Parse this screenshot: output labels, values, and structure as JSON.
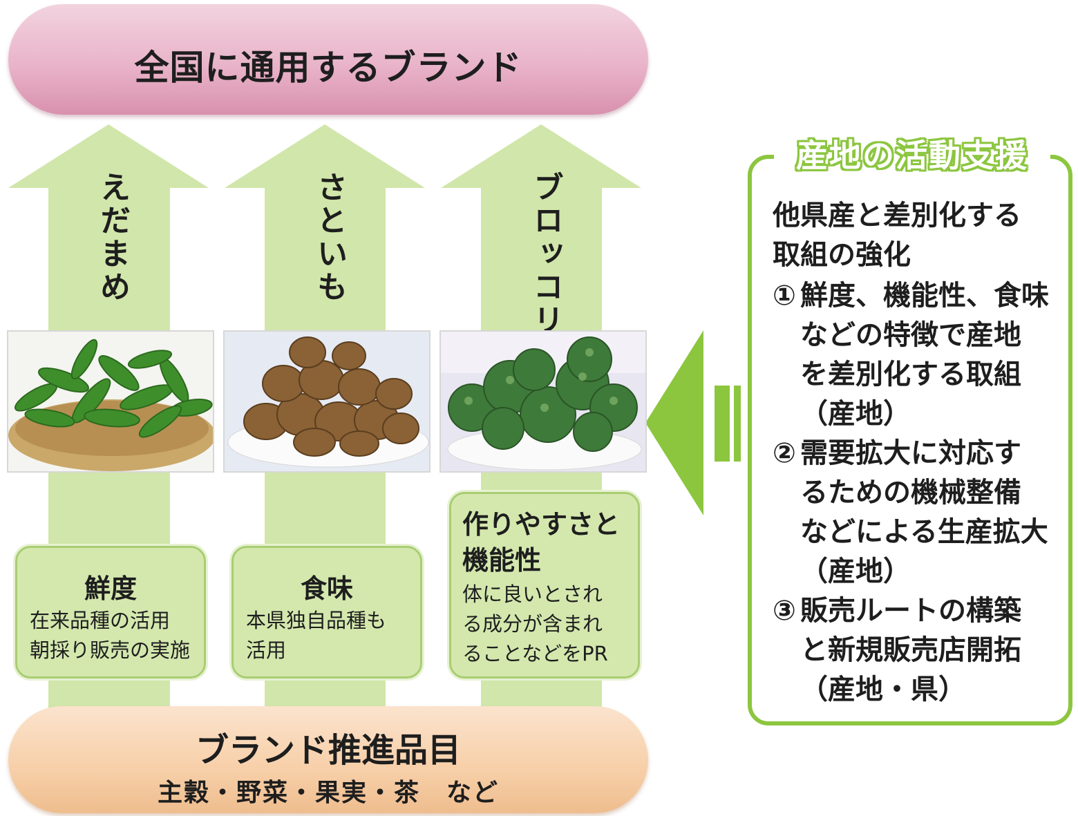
{
  "top_banner": "全国に通用するブランド",
  "items": [
    {
      "name": "えだまめ",
      "feature_title": "鮮度",
      "feature_lines": [
        "在来品種の活用",
        "朝採り販売の実施"
      ]
    },
    {
      "name": "さといも",
      "feature_title": "食味",
      "feature_lines": [
        "本県独自品種も",
        "活用"
      ]
    },
    {
      "name": "ブロッコリー",
      "feature_title_lines": [
        "作りやすさと",
        "機能性"
      ],
      "feature_lines": [
        "体に良いとされ",
        "る成分が含まれ",
        "ることなどをPR"
      ]
    }
  ],
  "bottom_banner": {
    "title": "ブランド推進品目",
    "subtitle": "主穀・野菜・果実・茶　など"
  },
  "support": {
    "title": "産地の活動支援",
    "intro": [
      "他県産と差別化する",
      "取組の強化"
    ],
    "items": [
      {
        "num": "①",
        "lines": [
          "鮮度、機能性、食味",
          "などの特徴で産地",
          "を差別化する取組"
        ],
        "who": "（産地）"
      },
      {
        "num": "②",
        "lines": [
          "需要拡大に対応す",
          "るための機械整備",
          "などによる生産拡大"
        ],
        "who": "（産地）"
      },
      {
        "num": "③",
        "lines": [
          "販売ルートの構築",
          "と新規販売店開拓"
        ],
        "who": "（産地・県）"
      }
    ]
  },
  "colors": {
    "arrow_green": "#d1e6aa",
    "support_green": "#8cc63f",
    "top_pink": "#e9b4c9",
    "bottom_orange": "#f7cfa8"
  }
}
